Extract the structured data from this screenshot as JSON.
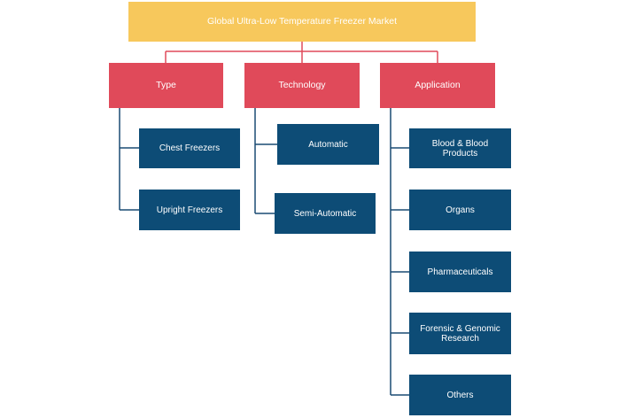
{
  "root": {
    "label": "Global Ultra-Low Temperature Freezer Market"
  },
  "categories": [
    {
      "label": "Type",
      "items": [
        "Chest Freezers",
        "Upright Freezers"
      ]
    },
    {
      "label": "Technology",
      "items": [
        "Automatic",
        "Semi-Automatic"
      ]
    },
    {
      "label": "Application",
      "items": [
        "Blood & Blood Products",
        "Organs",
        "Pharmaceuticals",
        "Forensic & Genomic Research",
        "Others"
      ]
    }
  ],
  "colors": {
    "root": "#f7c85c",
    "category": "#e04a5a",
    "leaf": "#0d4c76",
    "connector": "#1a4b73"
  }
}
